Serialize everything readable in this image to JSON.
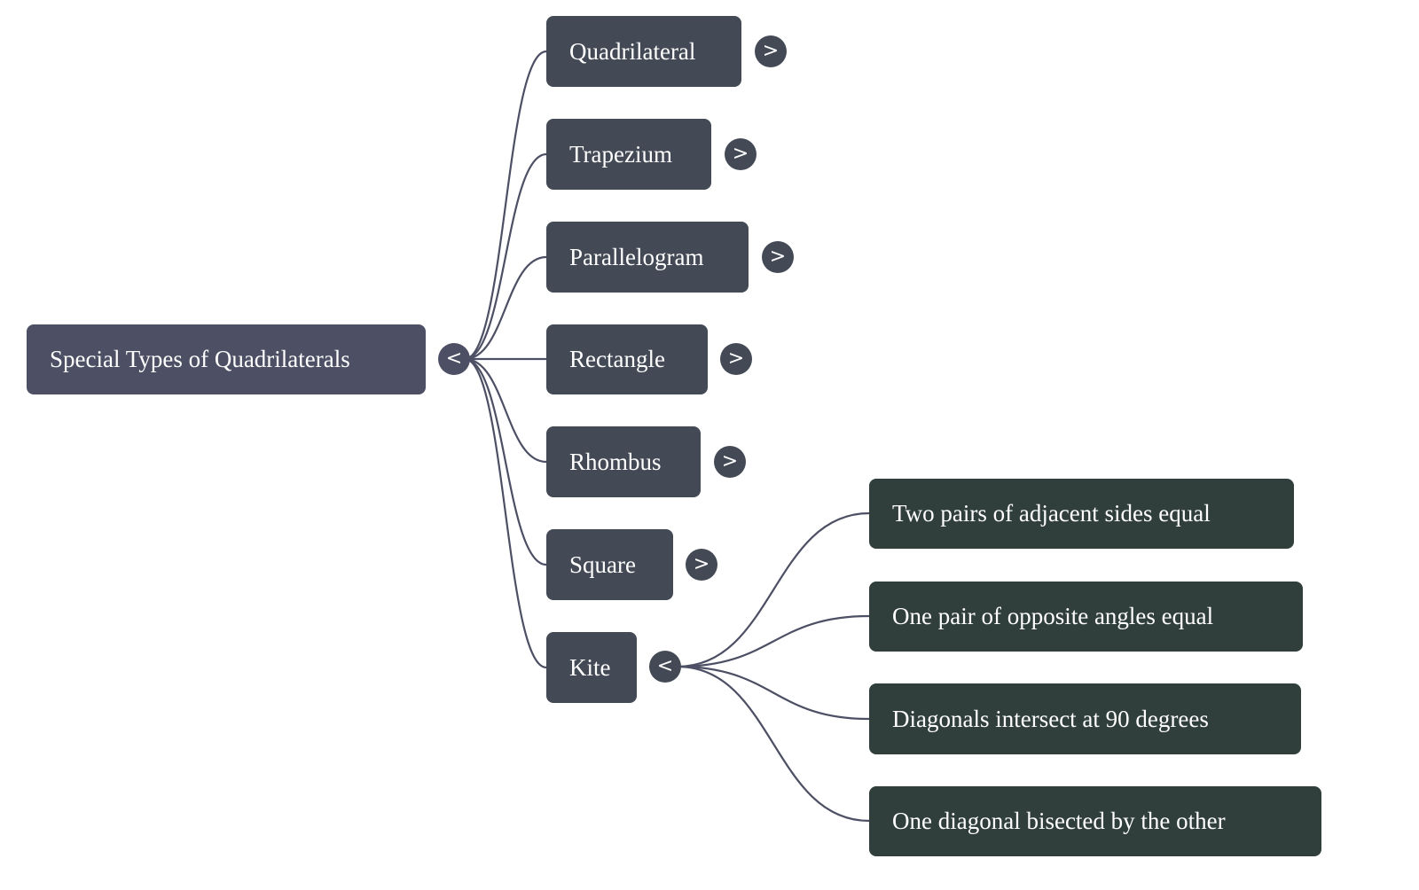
{
  "mindmap": {
    "root": {
      "label": "Special Types of Quadrilaterals",
      "toggle": "<",
      "expanded": true
    },
    "children": [
      {
        "label": "Quadrilateral",
        "toggle": ">",
        "expanded": false
      },
      {
        "label": "Trapezium",
        "toggle": ">",
        "expanded": false
      },
      {
        "label": "Parallelogram",
        "toggle": ">",
        "expanded": false
      },
      {
        "label": "Rectangle",
        "toggle": ">",
        "expanded": false
      },
      {
        "label": "Rhombus",
        "toggle": ">",
        "expanded": false
      },
      {
        "label": "Square",
        "toggle": ">",
        "expanded": false
      },
      {
        "label": "Kite",
        "toggle": "<",
        "expanded": true,
        "children": [
          {
            "label": "Two pairs of adjacent sides equal"
          },
          {
            "label": "One pair of opposite angles equal"
          },
          {
            "label": "Diagonals intersect at 90 degrees"
          },
          {
            "label": "One diagonal bisected by the other"
          }
        ]
      }
    ],
    "colors": {
      "root": "#4d5064",
      "child": "#434a55",
      "leaf": "#313f3c",
      "link": "#4d5064"
    }
  }
}
